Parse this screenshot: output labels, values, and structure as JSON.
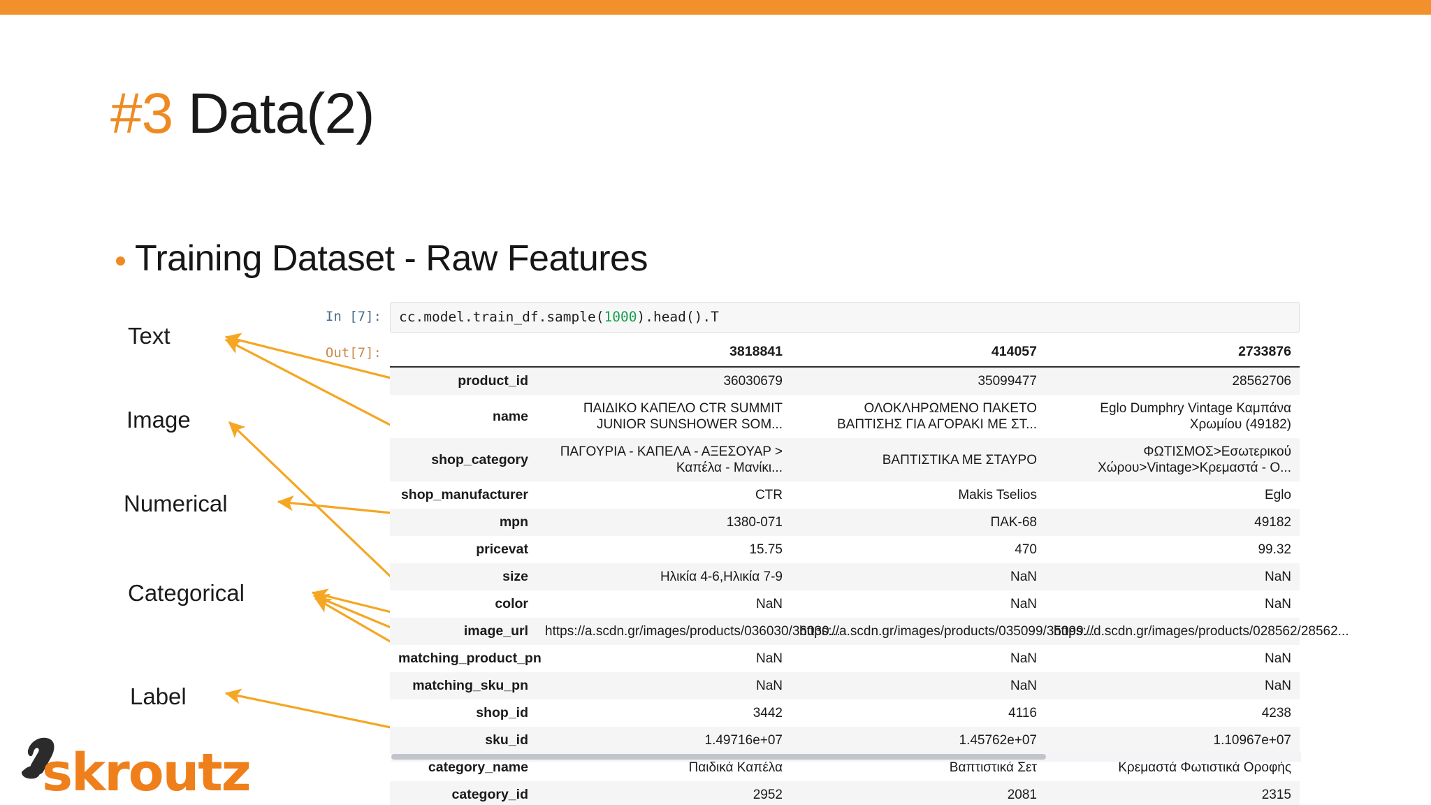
{
  "slide": {
    "title_prefix": "#3",
    "title_main": " Data(2)",
    "bullet": "Training Dataset - Raw Features",
    "accent_color": "#ef8a22",
    "topbar_color": "#f2912b"
  },
  "annotations": [
    {
      "label": "Text"
    },
    {
      "label": "Image"
    },
    {
      "label": "Numerical"
    },
    {
      "label": "Categorical"
    },
    {
      "label": "Label"
    }
  ],
  "notebook": {
    "in_prompt": "In [7]:",
    "out_prompt": "Out[7]:",
    "code_before": "cc.model.train_df.sample(",
    "code_number": "1000",
    "code_after": ").head().T"
  },
  "dataframe": {
    "columns": [
      "3818841",
      "414057",
      "2733876"
    ],
    "rows": [
      {
        "index": "product_id",
        "values": [
          "36030679",
          "35099477",
          "28562706"
        ]
      },
      {
        "index": "name",
        "values": [
          "ΠΑΙΔΙΚΟ ΚΑΠΕΛΟ CTR SUMMIT JUNIOR SUNSHOWER SOM...",
          "ΟΛΟΚΛΗΡΩΜΕΝΟ ΠΑΚΕΤΟ ΒΑΠΤΙΣΗΣ ΓΙΑ ΑΓΟΡΑΚΙ ΜΕ ΣΤ...",
          "Eglo Dumphry Vintage Καμπάνα Χρωμίου (49182)"
        ]
      },
      {
        "index": "shop_category",
        "values": [
          "ΠΑΓΟΥΡΙΑ - ΚΑΠΕΛΑ - ΑΞΕΣΟΥΑΡ > Καπέλα - Μανίκι...",
          "ΒΑΠΤΙΣΤΙΚΑ ΜΕ ΣΤΑΥΡΟ",
          "ΦΩΤΙΣΜΟΣ>Εσωτερικού Χώρου>Vintage>Κρεμαστά - Ο..."
        ]
      },
      {
        "index": "shop_manufacturer",
        "values": [
          "CTR",
          "Makis Tselios",
          "Eglo"
        ]
      },
      {
        "index": "mpn",
        "values": [
          "1380-071",
          "ΠΑΚ-68",
          "49182"
        ]
      },
      {
        "index": "pricevat",
        "values": [
          "15.75",
          "470",
          "99.32"
        ]
      },
      {
        "index": "size",
        "values": [
          "Ηλικία 4-6,Ηλικία 7-9",
          "NaN",
          "NaN"
        ]
      },
      {
        "index": "color",
        "values": [
          "NaN",
          "NaN",
          "NaN"
        ]
      },
      {
        "index": "image_url",
        "values": [
          "https://a.scdn.gr/images/products/036030/36030...",
          "https://a.scdn.gr/images/products/035099/35099...",
          "https://d.scdn.gr/images/products/028562/28562..."
        ]
      },
      {
        "index": "matching_product_pn",
        "values": [
          "NaN",
          "NaN",
          "NaN"
        ]
      },
      {
        "index": "matching_sku_pn",
        "values": [
          "NaN",
          "NaN",
          "NaN"
        ]
      },
      {
        "index": "shop_id",
        "values": [
          "3442",
          "4116",
          "4238"
        ]
      },
      {
        "index": "sku_id",
        "values": [
          "1.49716e+07",
          "1.45762e+07",
          "1.10967e+07"
        ]
      },
      {
        "index": "category_name",
        "values": [
          "Παιδικά Καπέλα",
          "Βαπτιστικά Σετ",
          "Κρεμαστά Φωτιστικά Οροφής"
        ]
      },
      {
        "index": "category_id",
        "values": [
          "2952",
          "2081",
          "2315"
        ]
      }
    ]
  },
  "logo": {
    "text": "skroutz",
    "color": "#ef7f1a"
  }
}
